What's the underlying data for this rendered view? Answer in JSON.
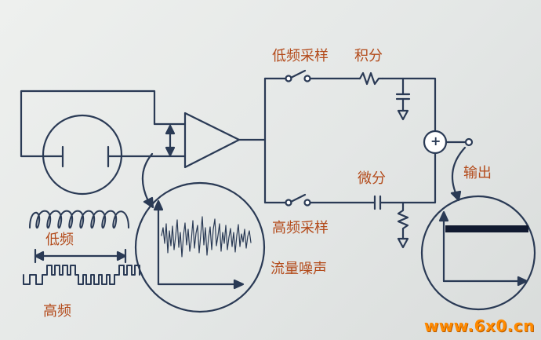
{
  "labels": {
    "low_sampling": "低频采样",
    "integral": "积分",
    "derivative": "微分",
    "high_sampling": "高频采样",
    "flow_noise": "流量噪声",
    "output": "输出",
    "low_freq": "低频",
    "high_freq": "高频",
    "plus_sign": "+"
  },
  "watermark": "www.6x0.cn",
  "colors": {
    "label": "#b34a1a",
    "line": "#2a3a55",
    "watermark": "#ff8a00"
  }
}
